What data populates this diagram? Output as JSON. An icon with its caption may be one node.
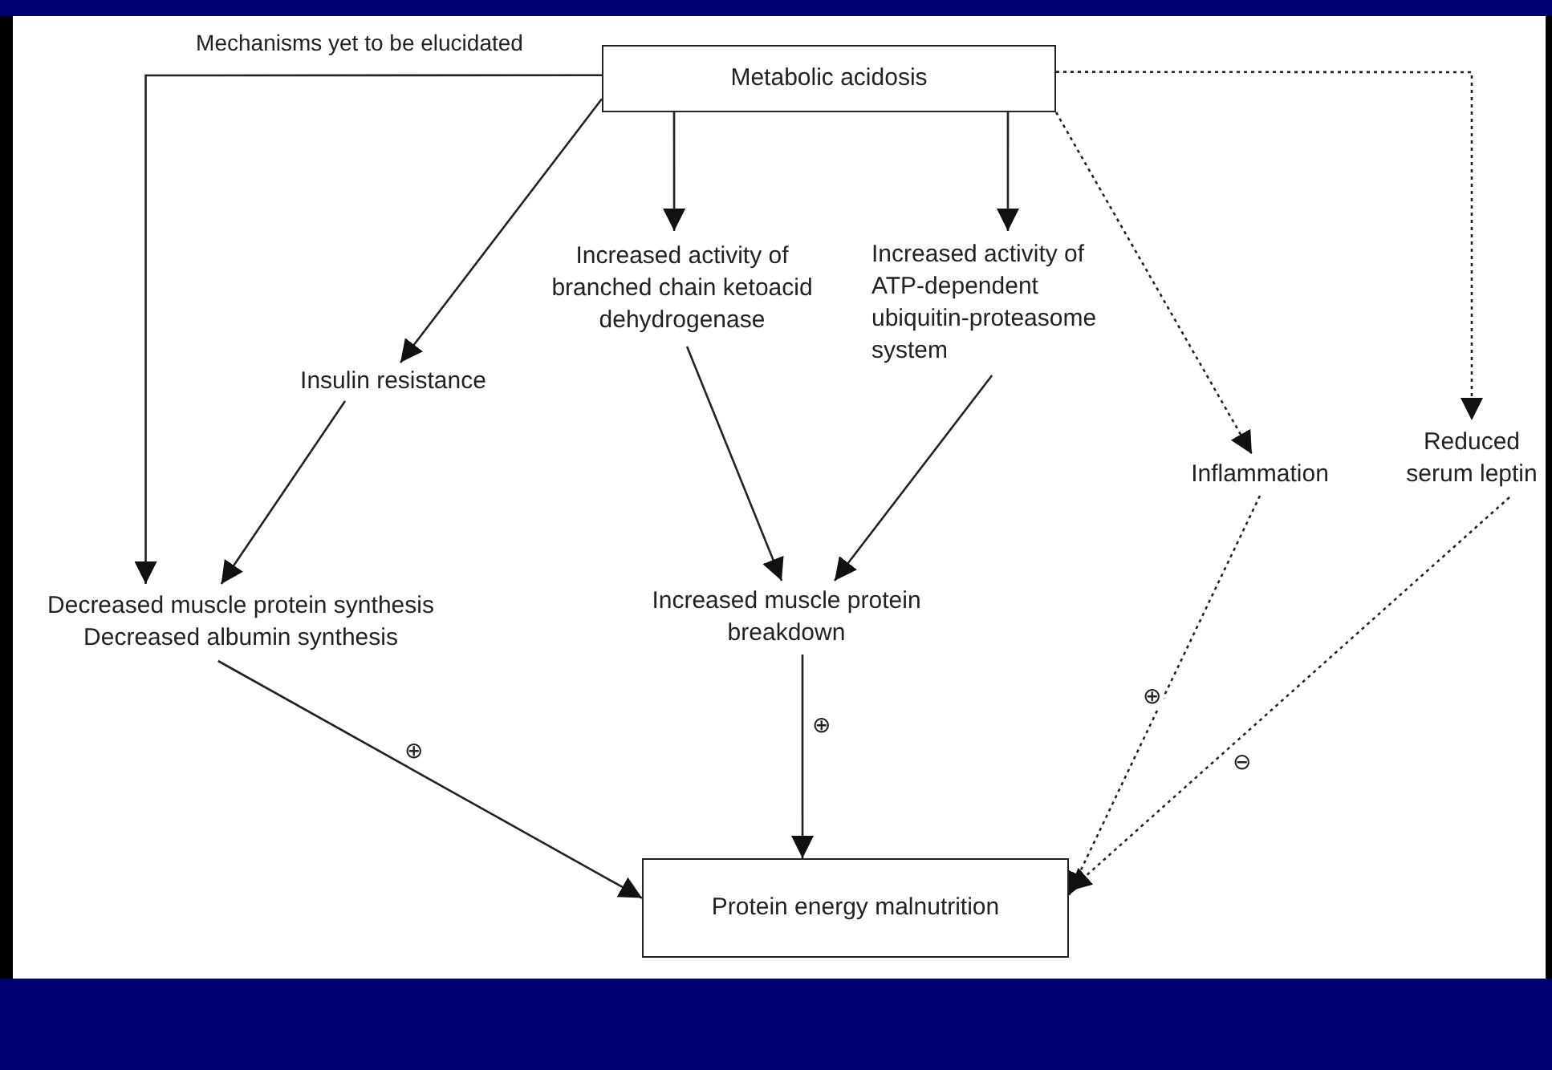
{
  "diagram": {
    "nodes": [
      {
        "text": [
          "Metabolic acidosis"
        ]
      },
      {
        "text": [
          "Insulin resistance"
        ]
      },
      {
        "text": [
          "Increased activity of branched chain ketoacid dehydrogenase"
        ]
      },
      {
        "text": [
          "Increased activity of ATP-dependent ubiquitin-proteasome system"
        ]
      },
      {
        "text": [
          "Inflammation"
        ]
      },
      {
        "text": [
          "Reduced serum leptin"
        ]
      },
      {
        "text": [
          "Decreased muscle protein synthesis",
          "Decreased albumin synthesis"
        ]
      },
      {
        "text": [
          "Increased muscle protein breakdown"
        ]
      },
      {
        "text": [
          "Protein energy malnutrition"
        ]
      }
    ],
    "edges": [
      {
        "from": 0,
        "to": 6,
        "arrow": "to",
        "label": "Mechanisms yet to be elucidated"
      },
      {
        "from": 0,
        "to": 1,
        "arrow": "to"
      },
      {
        "from": 0,
        "to": 2,
        "arrow": "to"
      },
      {
        "from": 0,
        "to": 3,
        "arrow": "to"
      },
      {
        "from": 0,
        "to": 4,
        "arrow": "to",
        "style": "dashed"
      },
      {
        "from": 0,
        "to": 5,
        "arrow": "to",
        "style": "dashed"
      },
      {
        "from": 1,
        "to": 6,
        "arrow": "to"
      },
      {
        "from": 2,
        "to": 7,
        "arrow": "to"
      },
      {
        "from": 3,
        "to": 7,
        "arrow": "to"
      },
      {
        "from": 6,
        "to": 8,
        "arrow": "to",
        "label": "⊕"
      },
      {
        "from": 7,
        "to": 8,
        "arrow": "to",
        "label": "⊕"
      },
      {
        "from": 4,
        "to": 8,
        "arrow": "to",
        "style": "dashed",
        "label": "⊕"
      },
      {
        "from": 5,
        "to": 8,
        "arrow": "to",
        "style": "dashed",
        "label": "⊖"
      }
    ]
  }
}
